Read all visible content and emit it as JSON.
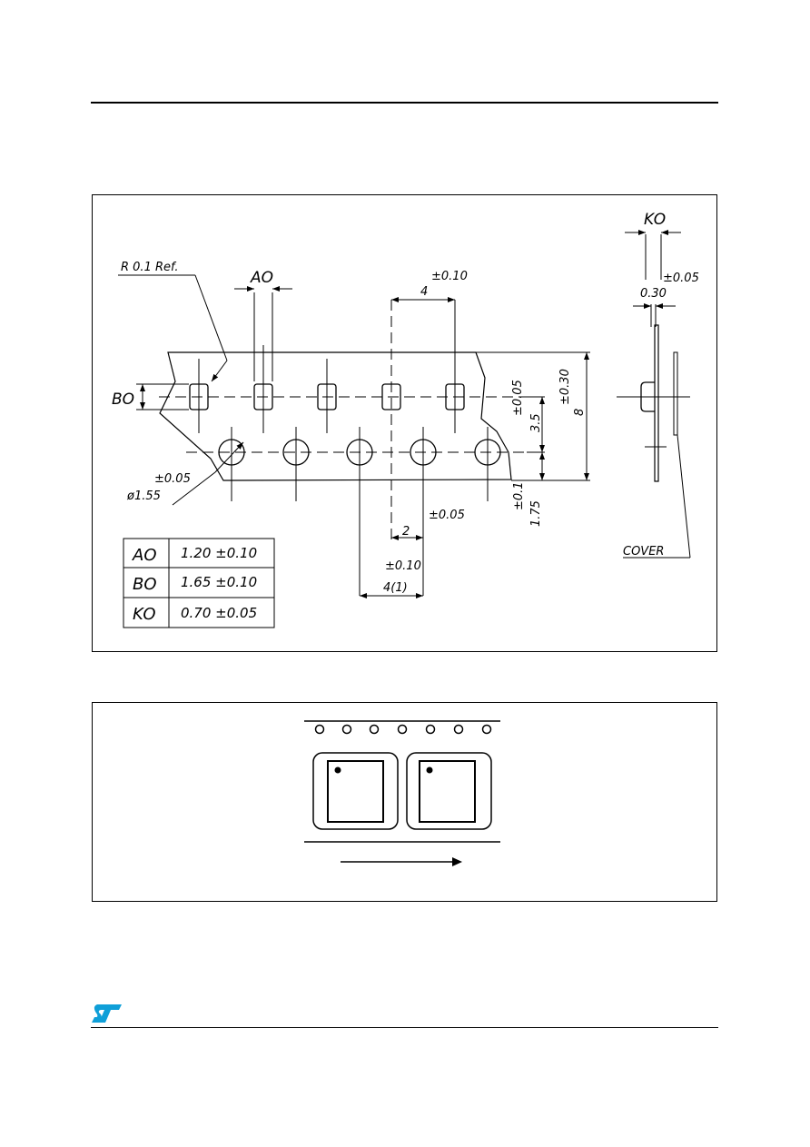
{
  "figure_top": {
    "label_ko": "KO",
    "label_ao": "AO",
    "label_bo": "BO",
    "radius_ref": "R 0.1 Ref.",
    "pitch_top": "4",
    "pitch_top_tol": "±0.10",
    "thickness": "0.30",
    "thickness_tol": "±0.05",
    "width": "8",
    "width_tol": "±0.30",
    "row_offset": "3.5",
    "row_offset_tol": "±0.05",
    "edge_offset": "1.75",
    "edge_offset_tol": "±0.1",
    "hole_diameter": "ø1.55",
    "hole_diameter_tol": "±0.05",
    "half_pitch": "2",
    "half_pitch_tol": "±0.05",
    "hole_pitch": "4(1)",
    "hole_pitch_tol": "±0.10",
    "cover_label": "COVER"
  },
  "dimension_table": [
    {
      "name": "AO",
      "value": "1.20  ±0.10"
    },
    {
      "name": "BO",
      "value": "1.65  ±0.10"
    },
    {
      "name": "KO",
      "value": "0.70  ±0.05"
    }
  ],
  "colors": {
    "logo": "#0f9fd8",
    "line": "#000000"
  },
  "icons": {
    "logo": "st-logo-icon",
    "direction": "arrow-right-icon"
  }
}
